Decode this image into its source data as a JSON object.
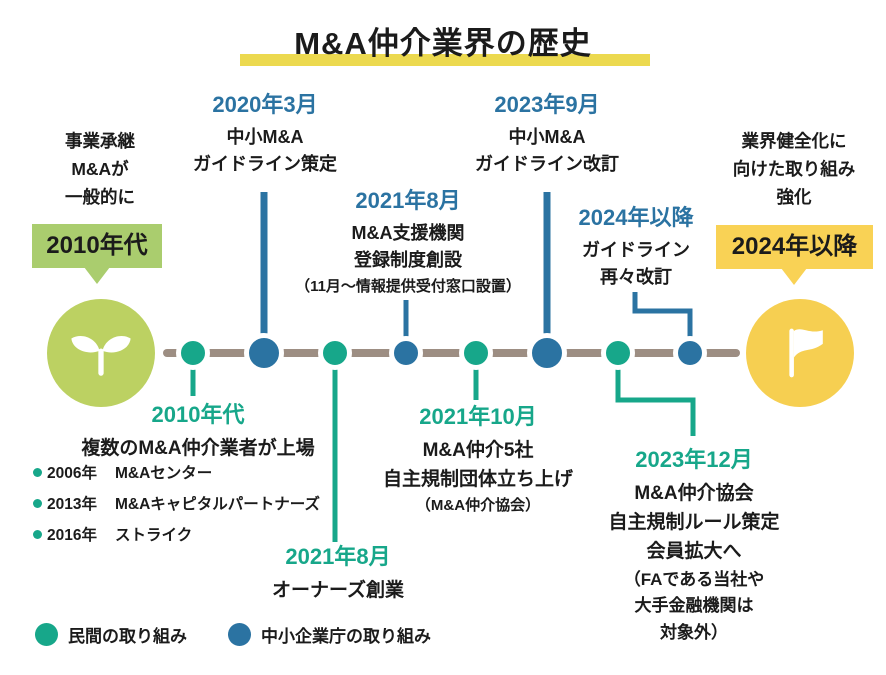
{
  "title": "M&A仲介業界の歴史",
  "eras": {
    "left": {
      "desc": [
        "事業承継",
        "M&Aが",
        "一般的に"
      ],
      "label": "2010年代",
      "icon": "sprout-icon"
    },
    "right": {
      "desc": [
        "業界健全化に",
        "向けた取り組み",
        "強化"
      ],
      "label": "2024年以降",
      "icon": "flag-icon"
    }
  },
  "gov_events": [
    {
      "date": "2020年3月",
      "line1": "中小M&A",
      "line2": "ガイドライン策定"
    },
    {
      "date": "2021年8月",
      "line1": "M&A支援機関",
      "line2": "登録制度創設",
      "note": "（11月〜情報提供受付窓口設置）"
    },
    {
      "date": "2023年9月",
      "line1": "中小M&A",
      "line2": "ガイドライン改訂"
    },
    {
      "date": "2024年以降",
      "line1": "ガイドライン",
      "line2": "再々改訂"
    }
  ],
  "private_events": [
    {
      "date": "2010年代",
      "line1": "複数のM&A仲介業者が上場",
      "bullets": [
        {
          "year": "2006年",
          "name": "M&Aセンター"
        },
        {
          "year": "2013年",
          "name": "M&Aキャピタルパートナーズ"
        },
        {
          "year": "2016年",
          "name": "ストライク"
        }
      ]
    },
    {
      "date": "2021年8月",
      "line1": "オーナーズ創業"
    },
    {
      "date": "2021年10月",
      "line1": "M&A仲介5社",
      "line2": "自主規制団体立ち上げ",
      "note": "（M&A仲介協会）"
    },
    {
      "date": "2023年12月",
      "line1": "M&A仲介協会",
      "line2": "自主規制ルール策定",
      "line3": "会員拡大へ",
      "note1": "（FAである当社や",
      "note2": "大手金融機関は",
      "note3": "対象外）"
    }
  ],
  "legend": [
    {
      "label": "民間の取り組み",
      "color": "#17a78a"
    },
    {
      "label": "中小企業庁の取り組み",
      "color": "#2b73a2"
    }
  ],
  "colors": {
    "private_teal": "#17a78a",
    "gov_blue": "#2b73a2",
    "timeline": "#9d8e83",
    "era_green": "#aacd6e",
    "era_green_circle": "#bcd162",
    "era_yellow": "#f9d255",
    "era_yellow_circle": "#f6cf51",
    "title_underline": "#ecd94f"
  }
}
